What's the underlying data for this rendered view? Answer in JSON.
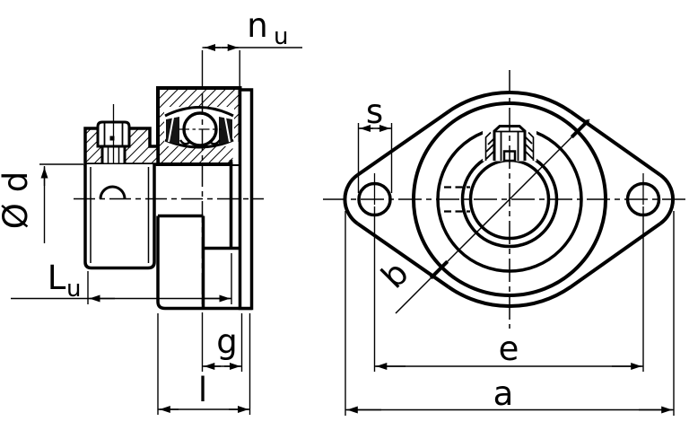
{
  "drawing": {
    "type": "bearing-unit-dimension-drawing",
    "colors": {
      "line": "#000000",
      "background": "#ffffff",
      "seal": "#141414"
    },
    "views": {
      "side_section_view": {
        "description": "sectioned side view of flanged bearing unit with eccentric locking collar",
        "dimension_labels": {
          "nu_main": "n",
          "nu_sub": "u",
          "bore_diameter": "Ø d",
          "Lu_main": "L",
          "Lu_sub": "u",
          "g": "g",
          "l": "l"
        }
      },
      "front_view": {
        "description": "front view of two-bolt oval flange housing with set-screw boss",
        "dimension_labels": {
          "s": "s",
          "b": "b",
          "e": "e",
          "a": "a"
        }
      }
    }
  }
}
